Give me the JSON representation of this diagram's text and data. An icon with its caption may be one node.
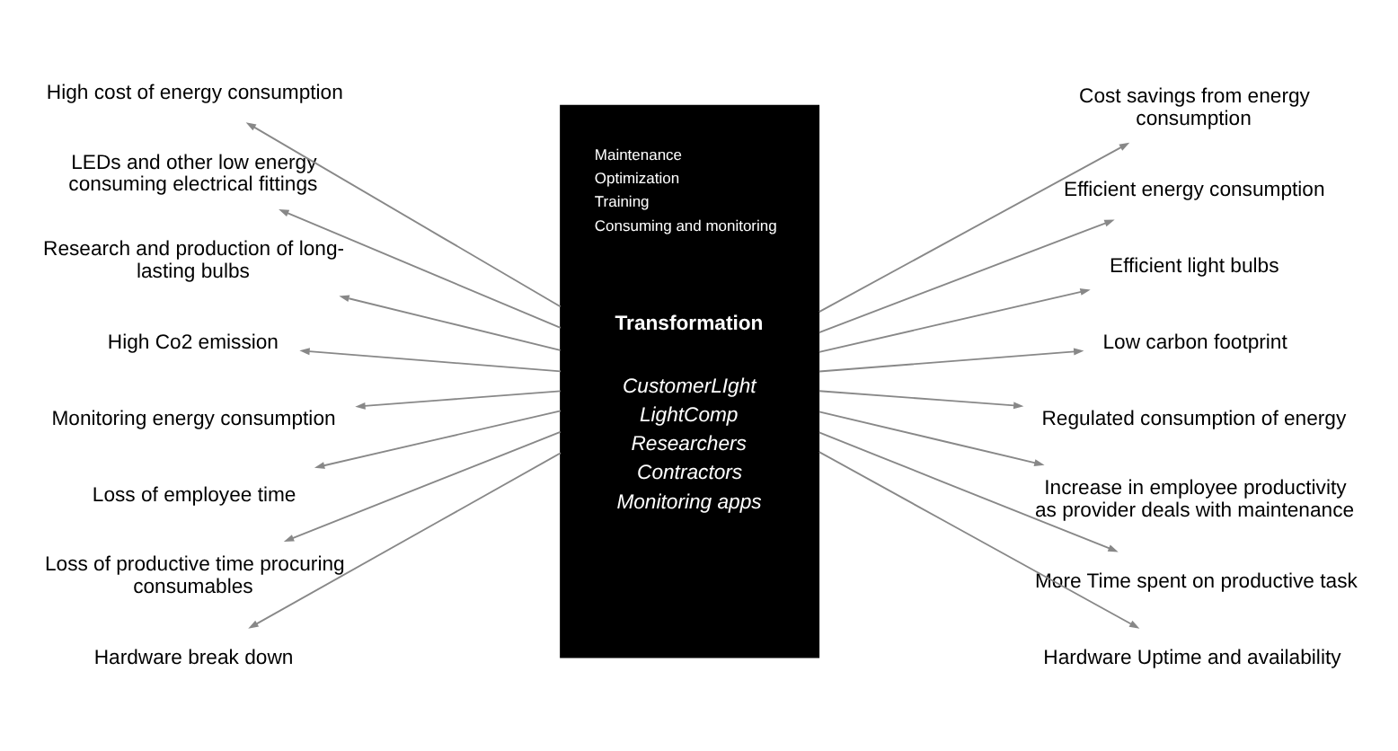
{
  "diagram": {
    "nodes": [
      {
        "text": [
          "High cost of energy consumption"
        ]
      },
      {
        "text": [
          "LEDs and other low energy consuming electrical fittings"
        ]
      },
      {
        "text": [
          "Research and production of long-lasting bulbs"
        ]
      },
      {
        "text": [
          "High Co2 emission"
        ]
      },
      {
        "text": [
          "Monitoring energy consumption"
        ]
      },
      {
        "text": [
          "Loss of employee time"
        ]
      },
      {
        "text": [
          "Loss of productive time procuring consumables"
        ]
      },
      {
        "text": [
          "Hardware break down"
        ]
      },
      {
        "text": [
          "Maintenance",
          "Optimization",
          "Training",
          "Consuming and monitoring",
          "Transformation",
          "CustomerLIght",
          "LightComp",
          "Researchers",
          "Contractors",
          "Monitoring apps"
        ]
      },
      {
        "text": [
          "Cost savings from energy consumption"
        ]
      },
      {
        "text": [
          "Efficient energy consumption"
        ]
      },
      {
        "text": [
          "Efficient light bulbs"
        ]
      },
      {
        "text": [
          "Low carbon footprint"
        ]
      },
      {
        "text": [
          "Regulated consumption of energy"
        ]
      },
      {
        "text": [
          "Increase in employee productivity as provider deals with maintenance"
        ]
      },
      {
        "text": [
          "More Time spent on productive task"
        ]
      },
      {
        "text": [
          "Hardware Uptime and availability"
        ]
      }
    ],
    "edges": [
      {
        "from": 8,
        "to": 0,
        "arrow": "to"
      },
      {
        "from": 8,
        "to": 1,
        "arrow": "to"
      },
      {
        "from": 8,
        "to": 2,
        "arrow": "to"
      },
      {
        "from": 8,
        "to": 3,
        "arrow": "to"
      },
      {
        "from": 8,
        "to": 4,
        "arrow": "to"
      },
      {
        "from": 8,
        "to": 5,
        "arrow": "to"
      },
      {
        "from": 8,
        "to": 6,
        "arrow": "to"
      },
      {
        "from": 8,
        "to": 7,
        "arrow": "to"
      },
      {
        "from": 8,
        "to": 9,
        "arrow": "to"
      },
      {
        "from": 8,
        "to": 10,
        "arrow": "to"
      },
      {
        "from": 8,
        "to": 11,
        "arrow": "to"
      },
      {
        "from": 8,
        "to": 12,
        "arrow": "to"
      },
      {
        "from": 8,
        "to": 13,
        "arrow": "to"
      },
      {
        "from": 8,
        "to": 14,
        "arrow": "to"
      },
      {
        "from": 8,
        "to": 15,
        "arrow": "to"
      },
      {
        "from": 8,
        "to": 16,
        "arrow": "to"
      }
    ]
  }
}
